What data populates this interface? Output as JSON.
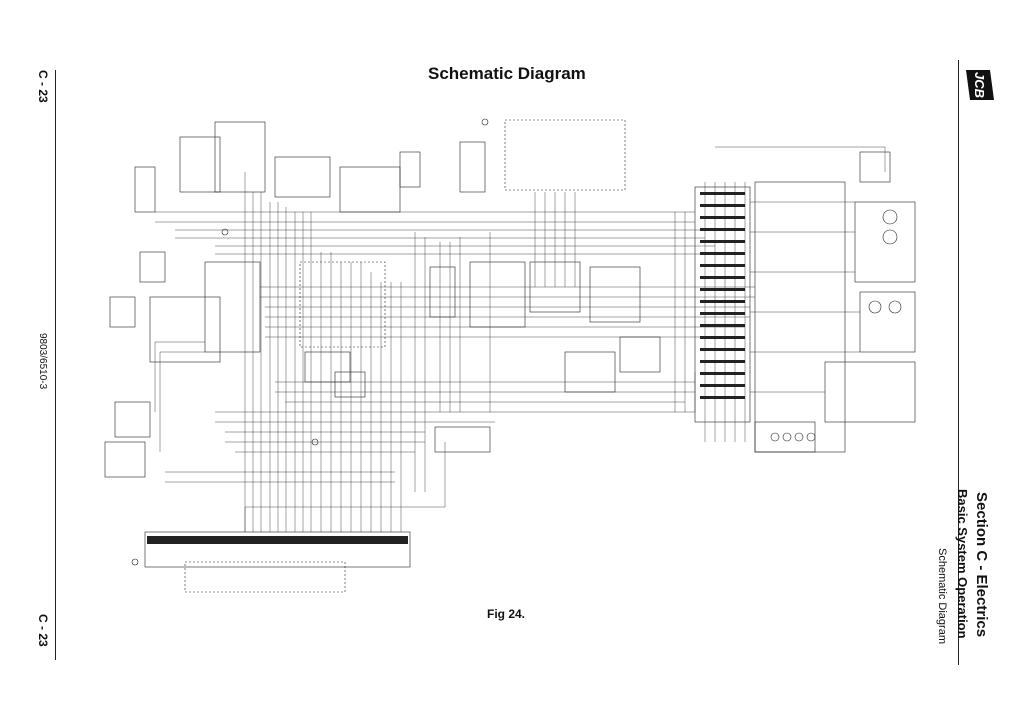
{
  "header": {
    "title": "Schematic Diagram",
    "page_top": "C - 23",
    "page_bottom": "C - 23",
    "doc_number": "9803/6510-3"
  },
  "section": {
    "title": "Section C - Electrics",
    "subtitle": "Basic System Operation",
    "subsection": "Schematic Diagram"
  },
  "brand": {
    "logo_text": "JCB"
  },
  "figure": {
    "caption": "Fig 24."
  }
}
